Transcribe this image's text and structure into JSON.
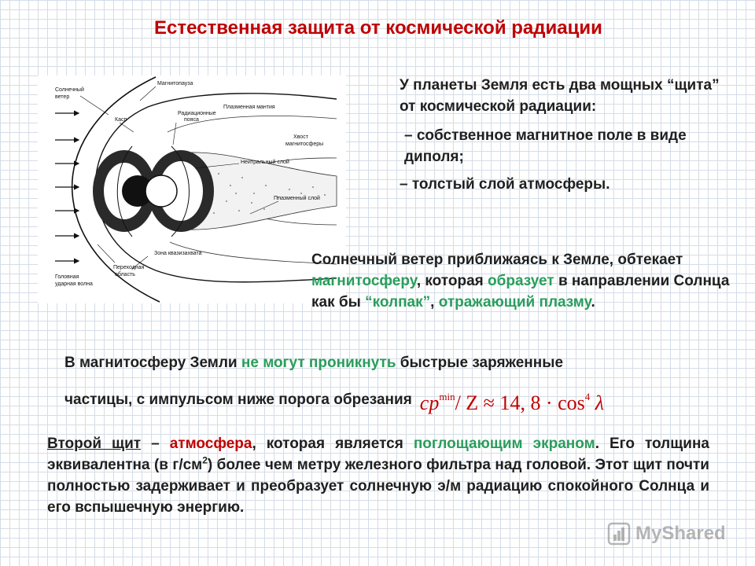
{
  "title": "Естественная защита от космической радиации",
  "diagram": {
    "labels": {
      "solar_wind_1": "Солнечный",
      "solar_wind_2": "ветер",
      "magnetopause": "Магнитопауза",
      "cusp": "Касп",
      "plasma_mantle": "Плазменная мантия",
      "rad_belts_1": "Радиационные",
      "rad_belts_2": "пояса",
      "tail_1": "Хвост",
      "tail_2": "магнитосферы",
      "neutral_layer": "Нейтральный слой",
      "plasma_layer": "Плазменный слой",
      "quasi_trap": "Зона квазизахвата",
      "transition_1": "Переходная",
      "transition_2": "область",
      "bow_shock_1": "Головная",
      "bow_shock_2": "ударная волна"
    }
  },
  "shields": {
    "intro": "У планеты Земля есть два мощных “щита” от космической радиации:",
    "bullet1": "– собственное магнитное поле в виде диполя;",
    "bullet2": "– толстый слой атмосферы."
  },
  "solar": {
    "p1": "Солнечный ветер приближаясь к Земле, обтекает ",
    "p2": "магнитосферу",
    "p3": ", которая ",
    "p4": "образует",
    "p5": " в направлении Солнца как бы ",
    "p6": "“колпак”",
    "p7": ", ",
    "p8": "отражающий плазму",
    "p9": "."
  },
  "particles": {
    "p1": "В магнитосферу Земли ",
    "p2": "не могут проникнуть",
    "p3": " быстрые заряженные",
    "line2": "частицы, с импульсом  ниже порога обрезания"
  },
  "formula": {
    "cp": "cp",
    "min": "min",
    "rest": "/ Z ≈ 14, 8 · cos",
    "pow": "4",
    "lambda": " λ"
  },
  "second": {
    "s1": "Второй щит",
    "s2": " – ",
    "s3": "атмосфера",
    "s4": ", которая является ",
    "s5": "поглощающим экраном",
    "s6": ". Его толщина эквивалентна (в г/см",
    "s7": "2",
    "s8": ") более чем метру железного фильтра над головой. Этот щит почти полностью задерживает и преобразует солнечную э/м радиацию спокойного Солнца и его вспышечную энергию."
  },
  "watermark": {
    "text": "MyShared"
  },
  "colors": {
    "title": "#c00000",
    "green": "#2a9d5c",
    "red": "#c00000"
  }
}
